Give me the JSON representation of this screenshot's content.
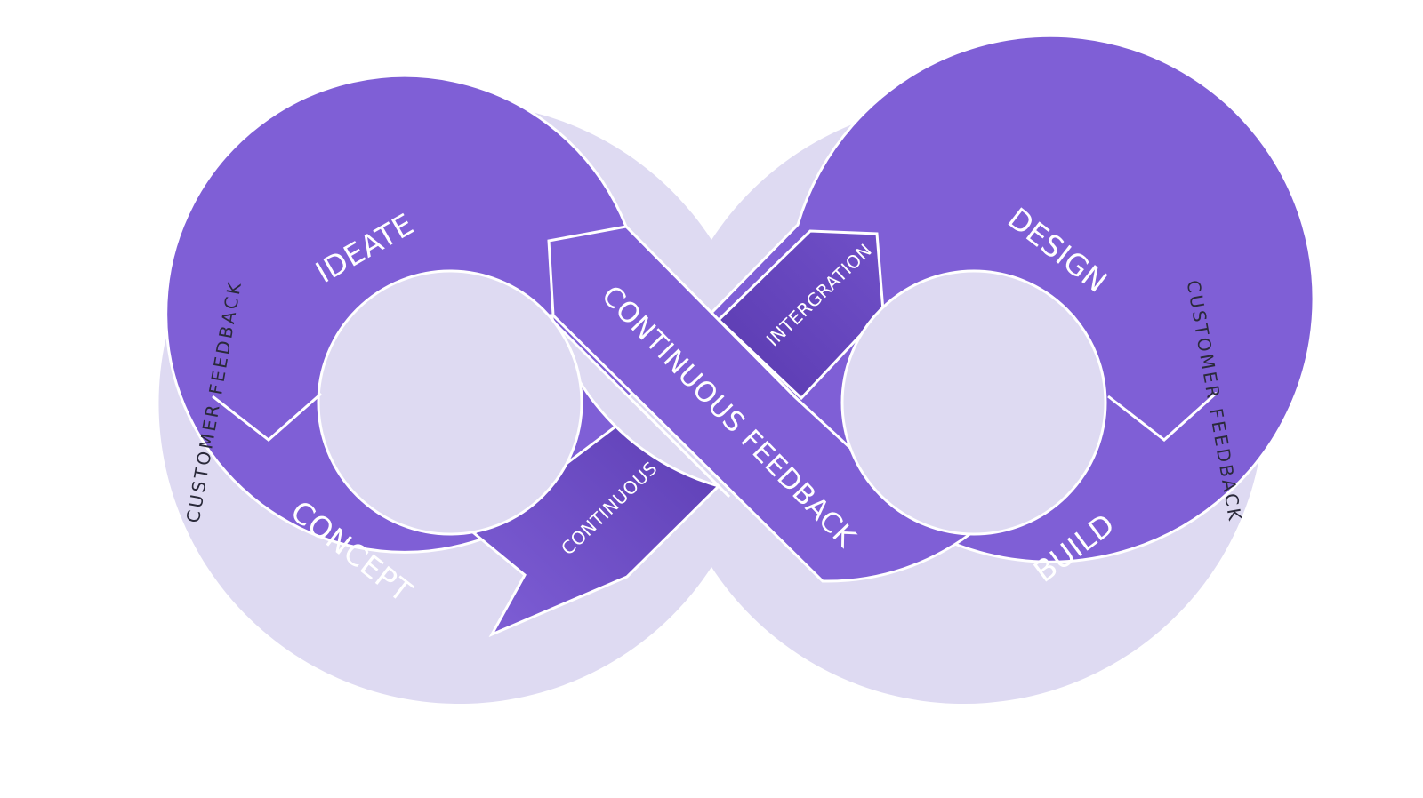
{
  "diagram": {
    "stages": {
      "ideate": "IDEATE",
      "concept": "CONCEPT",
      "design": "DESIGN",
      "build": "BUILD"
    },
    "center_band": "CONTINUOUS FEEDBACK",
    "inner_labels": {
      "continuous": "CONTINUOUS",
      "integration": "INTERGRATION"
    },
    "outer_labels": {
      "left": "CUSTOMER FEEDBACK",
      "right": "CUSTOMER FEEDBACK"
    },
    "colors": {
      "outer_ring": "#dedaf2",
      "band": "#7f5fd6",
      "band_dark": "#6141b8",
      "hole": "#dedaf2",
      "divider": "#ffffff",
      "outer_text": "#2a2a3a"
    }
  }
}
